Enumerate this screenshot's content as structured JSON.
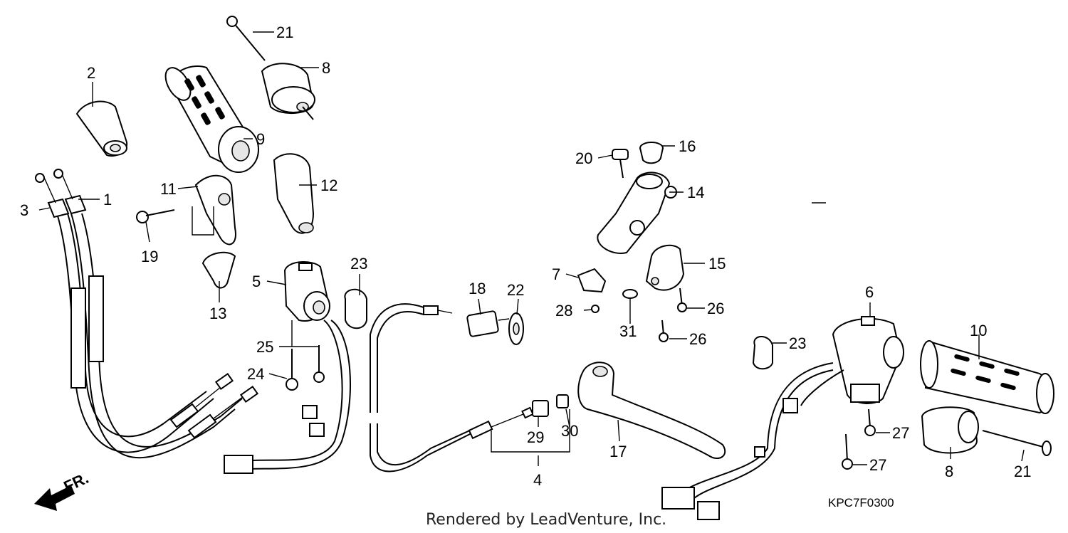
{
  "callouts": {
    "c1": "1",
    "c2": "2",
    "c3": "3",
    "c4": "4",
    "c5": "5",
    "c6": "6",
    "c7": "7",
    "c8a": "8",
    "c8b": "8",
    "c9": "9",
    "c10": "10",
    "c11": "11",
    "c12": "12",
    "c13": "13",
    "c14": "14",
    "c15": "15",
    "c16": "16",
    "c17": "17",
    "c18": "18",
    "c19": "19",
    "c20": "20",
    "c21a": "21",
    "c21b": "21",
    "c22": "22",
    "c23a": "23",
    "c23b": "23",
    "c24": "24",
    "c25": "25",
    "c26a": "26",
    "c26b": "26",
    "c27a": "27",
    "c27b": "27",
    "c28": "28",
    "c29": "29",
    "c30": "30",
    "c31": "31"
  },
  "front_arrow_label": "FR.",
  "diagram_code": "KPC7F0300",
  "credit": "Rendered by LeadVenture, Inc."
}
